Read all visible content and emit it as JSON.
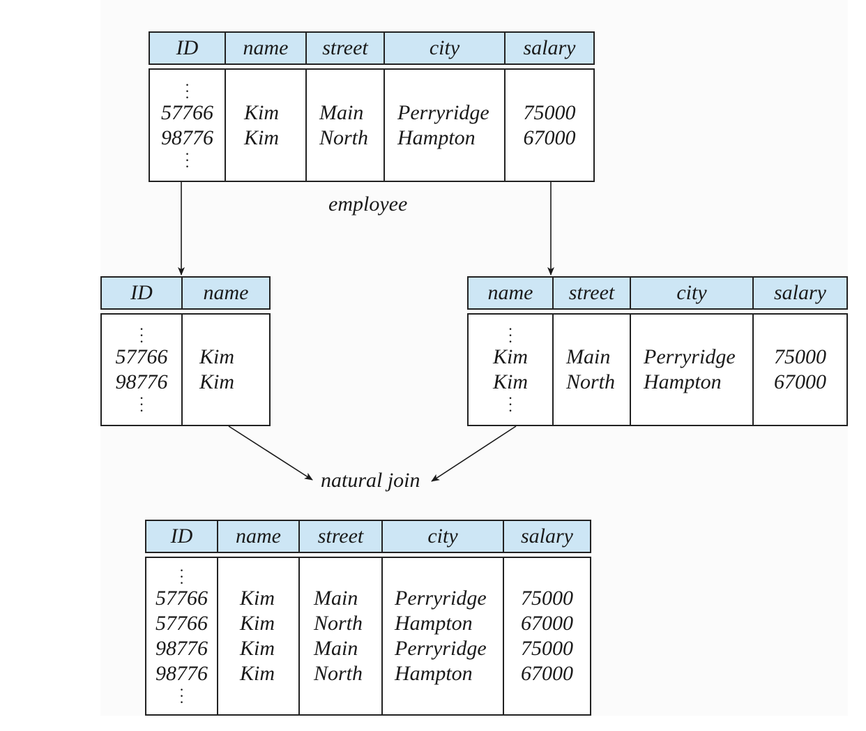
{
  "employee": {
    "caption": "employee",
    "headers": [
      "ID",
      "name",
      "street",
      "city",
      "salary"
    ],
    "columns": [
      [
        "57766",
        "98776"
      ],
      [
        "Kim",
        "Kim"
      ],
      [
        "Main",
        "North"
      ],
      [
        "Perryridge",
        "Hampton"
      ],
      [
        "75000",
        "67000"
      ]
    ]
  },
  "left_projection": {
    "headers": [
      "ID",
      "name"
    ],
    "columns": [
      [
        "57766",
        "98776"
      ],
      [
        "Kim",
        "Kim"
      ]
    ]
  },
  "right_projection": {
    "headers": [
      "name",
      "street",
      "city",
      "salary"
    ],
    "columns": [
      [
        "Kim",
        "Kim"
      ],
      [
        "Main",
        "North"
      ],
      [
        "Perryridge",
        "Hampton"
      ],
      [
        "75000",
        "67000"
      ]
    ]
  },
  "join_label": "natural join",
  "result": {
    "headers": [
      "ID",
      "name",
      "street",
      "city",
      "salary"
    ],
    "columns": [
      [
        "57766",
        "57766",
        "98776",
        "98776"
      ],
      [
        "Kim",
        "Kim",
        "Kim",
        "Kim"
      ],
      [
        "Main",
        "North",
        "Main",
        "North"
      ],
      [
        "Perryridge",
        "Hampton",
        "Perryridge",
        "Hampton"
      ],
      [
        "75000",
        "67000",
        "75000",
        "67000"
      ]
    ]
  }
}
